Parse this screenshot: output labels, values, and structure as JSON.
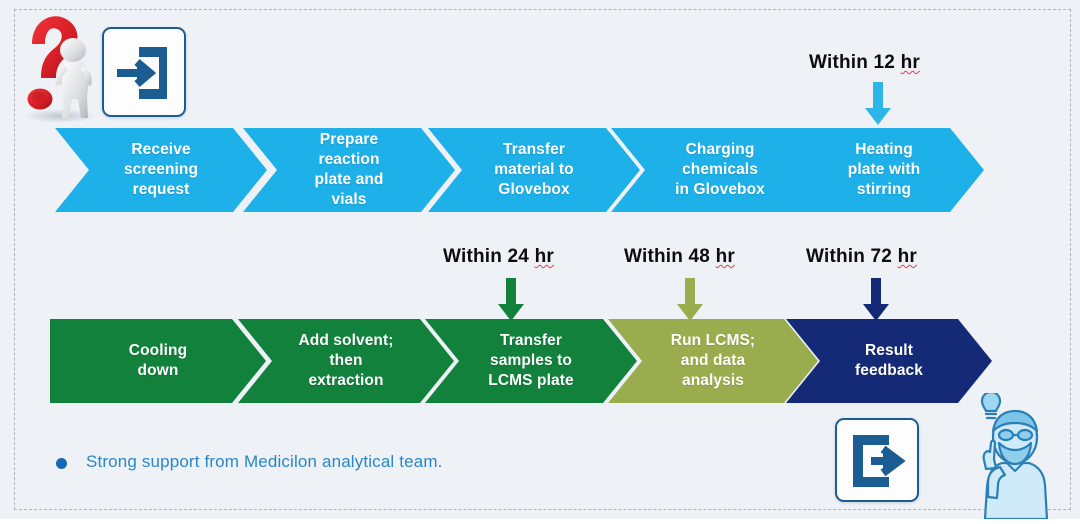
{
  "page": {
    "background": "#eef2f7",
    "border_style": "dashed"
  },
  "palette": {
    "blue_step": "#1eb0e8",
    "green_step": "#11813c",
    "olive_step": "#9aad4e",
    "navy_step": "#142a77",
    "label_text": "#0d0d0d",
    "bullet_text": "#2a86c8",
    "bullet_dot": "#1668b8",
    "icon_stroke": "#1b5c92",
    "question_red": "#d81f26",
    "figure_grey": "#d9dadc"
  },
  "rows": {
    "top": {
      "name": "process-row-top",
      "steps": [
        {
          "id": "receive-screening-request",
          "label": "Receive\nscreening\nrequest",
          "color": "#1eb0e8",
          "shape": "notch"
        },
        {
          "id": "prepare-reaction-plate-and-vials",
          "label": "Prepare\nreaction\nplate and\nvials",
          "color": "#1eb0e8",
          "shape": "notch"
        },
        {
          "id": "transfer-material-to-glovebox",
          "label": "Transfer\nmaterial to\nGlovebox",
          "color": "#1eb0e8",
          "shape": "notch"
        },
        {
          "id": "charging-chemicals-in-glovebox",
          "label": "Charging\nchemicals\nin Glovebox",
          "color": "#1eb0e8",
          "shape": "notch"
        },
        {
          "id": "heating-plate-with-stirring",
          "label": "Heating\nplate with\nstirring",
          "color": "#1eb0e8",
          "shape": "notch"
        }
      ]
    },
    "bottom": {
      "name": "process-row-bottom",
      "steps": [
        {
          "id": "cooling-down",
          "label": "Cooling\ndown",
          "color": "#11813c",
          "shape": "flat"
        },
        {
          "id": "add-solvent-then-extraction",
          "label": "Add solvent;\nthen\nextraction",
          "color": "#11813c",
          "shape": "notch"
        },
        {
          "id": "transfer-samples-to-lcms-plate",
          "label": "Transfer\nsamples to\nLCMS plate",
          "color": "#11813c",
          "shape": "notch"
        },
        {
          "id": "run-lcms-and-data-analysis",
          "label": "Run LCMS;\nand data\nanalysis",
          "color": "#9aad4e",
          "shape": "notch"
        },
        {
          "id": "result-feedback",
          "label": "Result\nfeedback",
          "color": "#142a77",
          "shape": "notch"
        }
      ]
    }
  },
  "time_annotations": [
    {
      "id": "within-12-hr",
      "prefix": "Within 12 ",
      "unit": "hr",
      "arrow_color": "#2fb6e8",
      "target": "heating-plate-with-stirring"
    },
    {
      "id": "within-24-hr",
      "prefix": "Within 24 ",
      "unit": "hr",
      "arrow_color": "#11813c",
      "target": "transfer-samples-to-lcms-plate"
    },
    {
      "id": "within-48-hr",
      "prefix": "Within 48 ",
      "unit": "hr",
      "arrow_color": "#9aad4e",
      "target": "run-lcms-and-data-analysis"
    },
    {
      "id": "within-72-hr",
      "prefix": "Within 72 ",
      "unit": "hr",
      "arrow_color": "#142a77",
      "target": "result-feedback"
    }
  ],
  "footnote": {
    "bullet_label": "bullet-dot",
    "text": "Strong support from Medicilon analytical team."
  },
  "icons": {
    "question_mark": "question-mark-figure-icon",
    "login": "login-arrow-into-box-icon",
    "logout": "logout-arrow-out-of-box-icon",
    "idea_person": "person-with-idea-lightbulb-icon"
  }
}
